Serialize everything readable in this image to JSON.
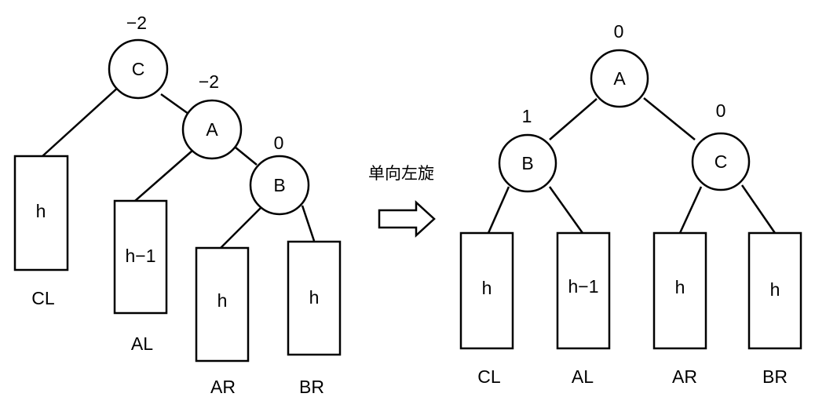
{
  "left": {
    "nodes": {
      "C": "C",
      "A": "A",
      "B": "B"
    },
    "balance": {
      "C": "−2",
      "A": "−2",
      "B": "0"
    },
    "subtrees": {
      "CL": {
        "height": "h",
        "label": "CL"
      },
      "AL": {
        "height": "h−1",
        "label": "AL"
      },
      "AR": {
        "height": "h",
        "label": "AR"
      },
      "BR": {
        "height": "h",
        "label": "BR"
      }
    }
  },
  "operation": {
    "label": "单向左旋"
  },
  "right": {
    "nodes": {
      "A": "A",
      "B": "B",
      "C": "C"
    },
    "balance": {
      "A": "0",
      "B": "1",
      "C": "0"
    },
    "subtrees": {
      "CL": {
        "height": "h",
        "label": "CL"
      },
      "AL": {
        "height": "h−1",
        "label": "AL"
      },
      "AR": {
        "height": "h",
        "label": "AR"
      },
      "BR": {
        "height": "h",
        "label": "BR"
      }
    }
  }
}
